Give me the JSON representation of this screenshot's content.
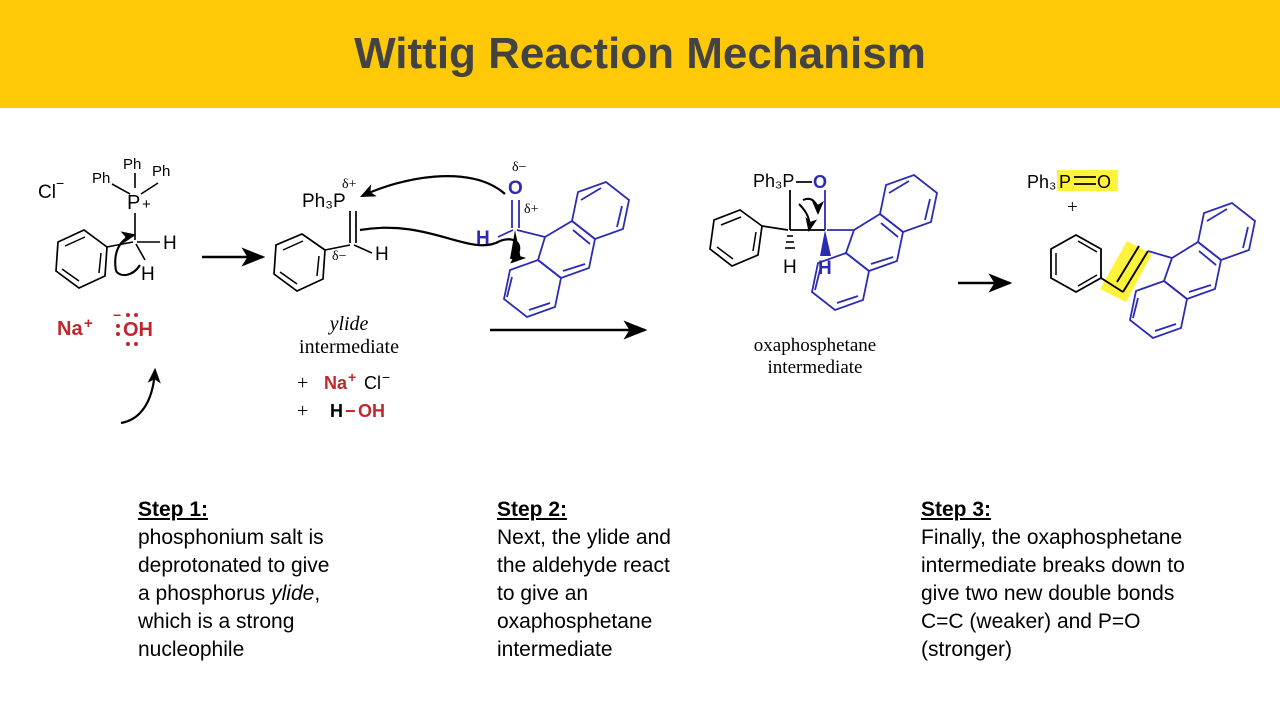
{
  "banner": {
    "title": "Wittig Reaction Mechanism",
    "background_color": "#FFC907",
    "text_color": "#434343"
  },
  "colors": {
    "black": "#000000",
    "red": "#C0272D",
    "blue": "#2B2BB4",
    "highlight_yellow": "#FFF23A",
    "banner_yellow": "#FFC907"
  },
  "scheme": {
    "structure1": {
      "name": "phosphonium-salt",
      "labels": {
        "chloride": "Cl",
        "chloride_charge": "−",
        "ph_left": "Ph",
        "ph_top": "Ph",
        "ph_right": "Ph",
        "phosphorus": "P",
        "phosphorus_charge": "+",
        "h_right": "H",
        "h_lower": "H",
        "sodium": "Na",
        "sodium_charge": "+",
        "hydroxide_charge": "−",
        "hydroxide": "OH"
      }
    },
    "structure2": {
      "name": "ylide-intermediate",
      "labels": {
        "ph3p": "Ph₃P",
        "delta_plus": "δ+",
        "delta_minus": "δ−",
        "h": "H",
        "caption_line1": "ylide",
        "caption_line2": "intermediate",
        "byproduct1_plus": "+",
        "byproduct1_sodium": "Na",
        "byproduct1_sodium_charge": "+",
        "byproduct1_chloride": "Cl",
        "byproduct1_chloride_charge": "−",
        "byproduct2_plus": "+",
        "byproduct2_h": "H",
        "byproduct2_dash": "−",
        "byproduct2_oh": "OH"
      }
    },
    "aldehyde": {
      "name": "anthracene-carbaldehyde",
      "labels": {
        "oxygen": "O",
        "delta_minus": "δ−",
        "delta_plus": "δ+",
        "h": "H"
      }
    },
    "structure3": {
      "name": "oxaphosphetane-intermediate",
      "labels": {
        "ph3p": "Ph₃P",
        "oxygen": "O",
        "h_left": "H",
        "h_right": "H",
        "caption_line1": "oxaphosphetane",
        "caption_line2": "intermediate"
      }
    },
    "products": {
      "name": "products",
      "labels": {
        "ph3": "Ph₃",
        "p": "P",
        "o": "O",
        "plus": "+"
      }
    },
    "arrows": [
      {
        "name": "reaction-arrow-1"
      },
      {
        "name": "reaction-arrow-2"
      },
      {
        "name": "reaction-arrow-3"
      }
    ]
  },
  "steps": [
    {
      "heading": "Step 1:",
      "body_pre": "phosphonium salt is\ndeprotonated to give\na phosphorus ",
      "body_italic": "ylide",
      "body_post": ",\nwhich is a strong\nnucleophile"
    },
    {
      "heading": "Step 2:",
      "body": "Next, the ylide and\nthe aldehyde react\nto give an\noxaphosphetane\nintermediate"
    },
    {
      "heading": "Step 3:",
      "body": "Finally, the oxaphosphetane\nintermediate breaks down to\ngive two new double bonds\nC=C (weaker) and P=O\n(stronger)"
    }
  ]
}
